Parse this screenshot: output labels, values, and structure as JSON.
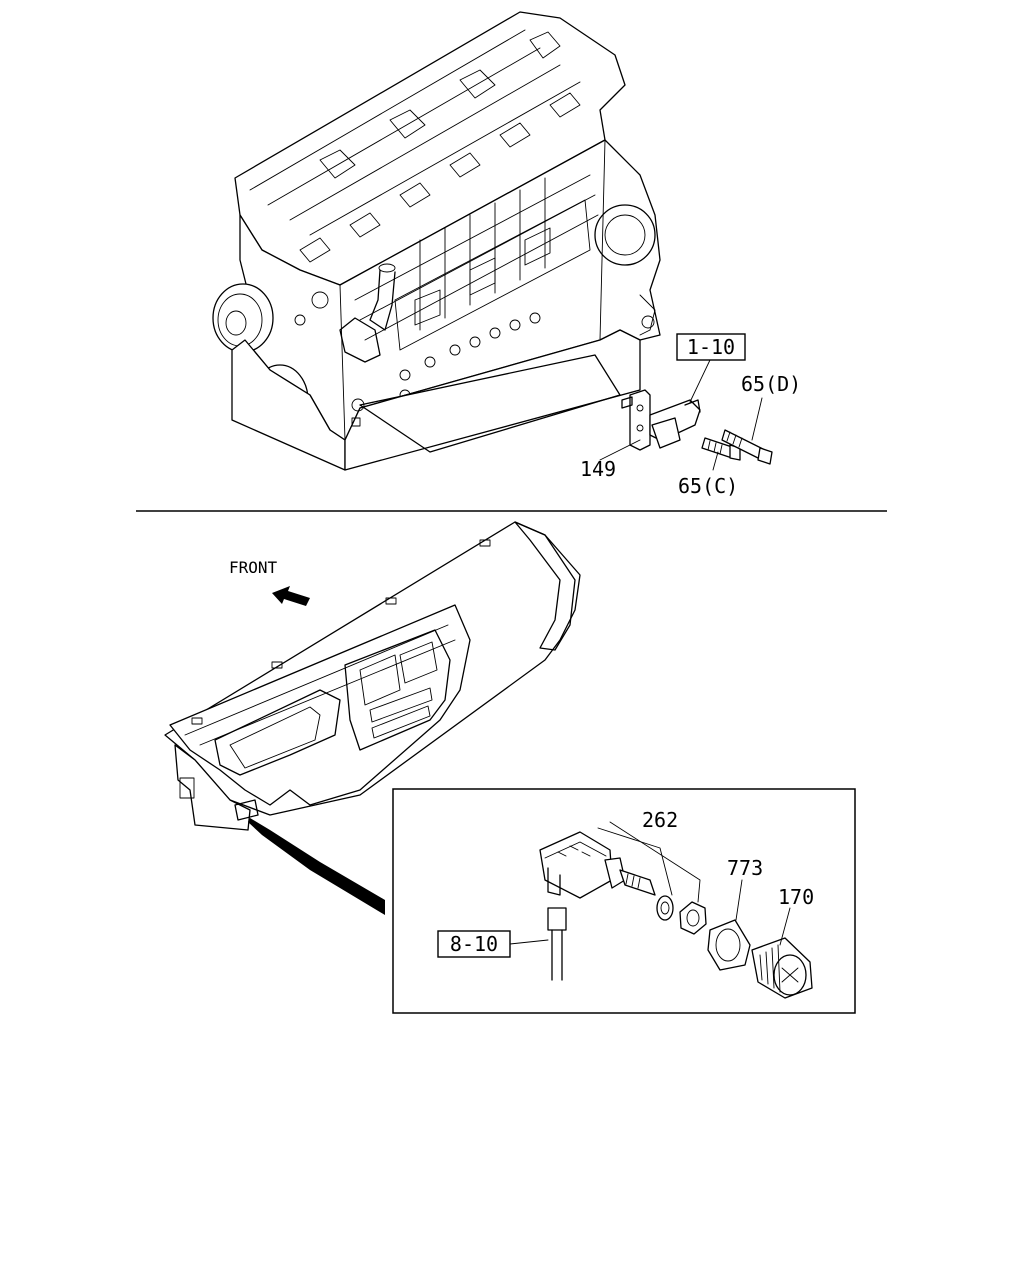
{
  "labels": {
    "ref_engine_bracket": "1-10",
    "part_149": "149",
    "bolt_65d": "65(D)",
    "bolt_65c": "65(C)",
    "direction_front": "FRONT",
    "part_262": "262",
    "part_773": "773",
    "part_170": "170",
    "ref_harness": "8-10"
  }
}
